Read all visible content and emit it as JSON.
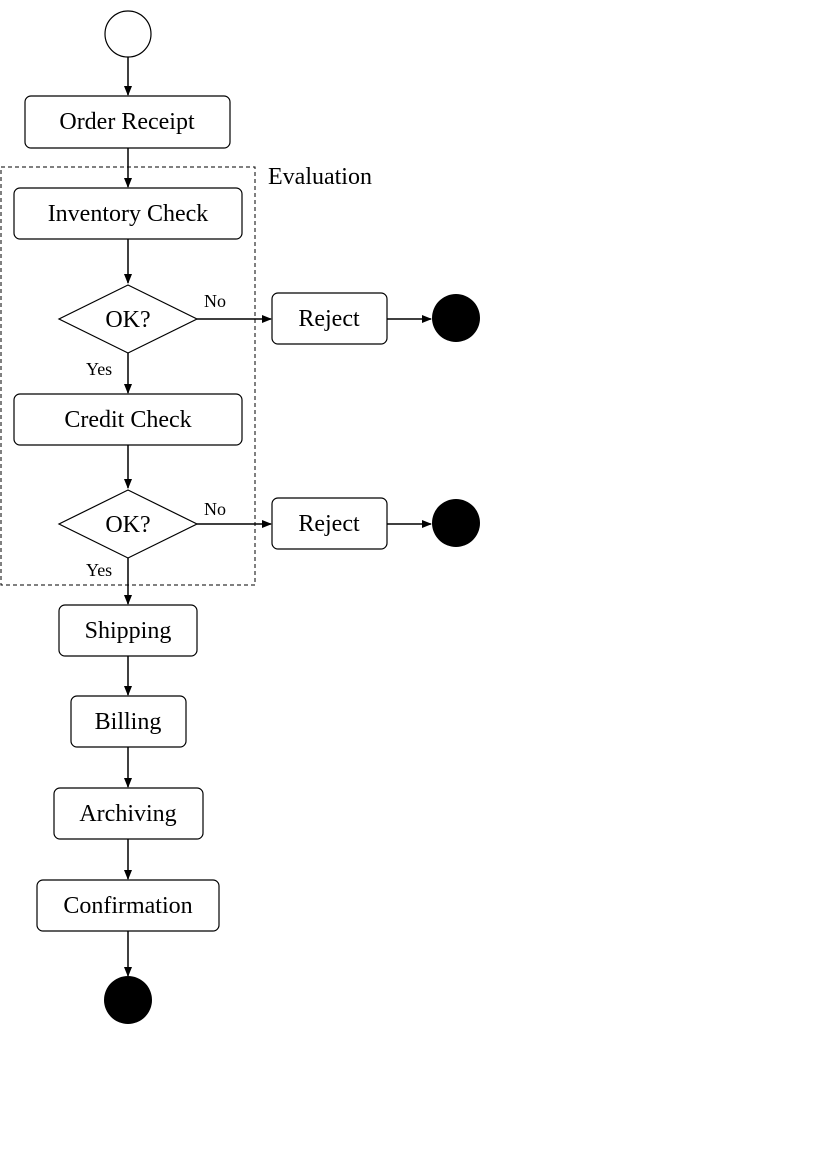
{
  "diagram": {
    "group_label": "Evaluation",
    "nodes": {
      "order_receipt": "Order Receipt",
      "inventory_check": "Inventory Check",
      "decision_1": "OK?",
      "reject_1": "Reject",
      "credit_check": "Credit Check",
      "decision_2": "OK?",
      "reject_2": "Reject",
      "shipping": "Shipping",
      "billing": "Billing",
      "archiving": "Archiving",
      "confirmation": "Confirmation"
    },
    "edge_labels": {
      "no_1": "No",
      "yes_1": "Yes",
      "no_2": "No",
      "yes_2": "Yes"
    },
    "colors": {
      "stroke": "#000000",
      "fill": "#ffffff",
      "final_node": "#000000"
    }
  }
}
